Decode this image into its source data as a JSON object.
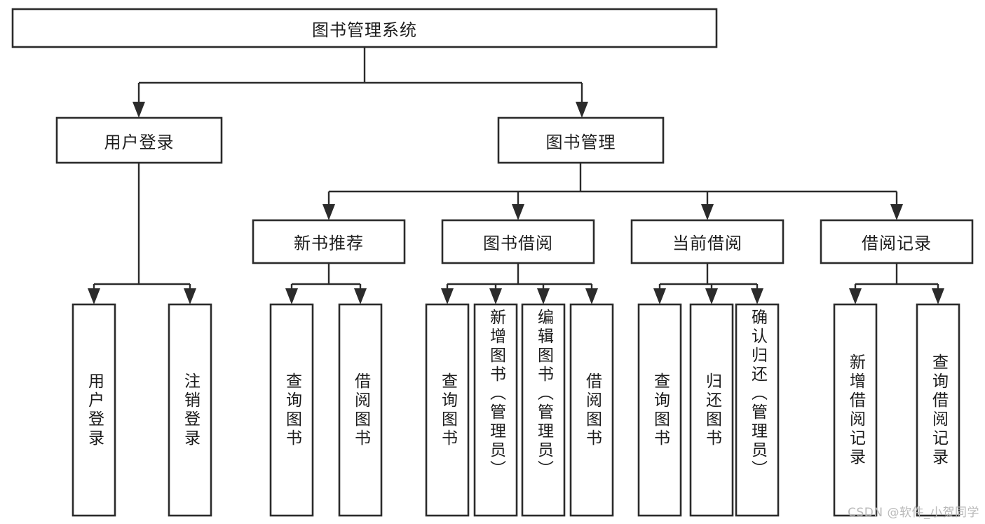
{
  "diagram": {
    "title": "图书管理系统",
    "watermark": "CSDN @软件_小贺同学",
    "type": "hierarchy-tree",
    "orientation": "top-down",
    "colors": {
      "box_stroke": "#2b2b2b",
      "box_fill": "#ffffff",
      "connector": "#2b2b2b",
      "text": "#1c1c1c",
      "background": "#ffffff",
      "watermark": "#b9b9b9"
    },
    "levels": {
      "root": "图书管理系统",
      "level2": [
        "用户登录",
        "图书管理"
      ],
      "level3": [
        "新书推荐",
        "图书借阅",
        "当前借阅",
        "借阅记录"
      ]
    },
    "nodes": {
      "root": {
        "label": "图书管理系统"
      },
      "user_login": {
        "label": "用户登录"
      },
      "book_mgmt": {
        "label": "图书管理"
      },
      "new_book_rec": {
        "label": "新书推荐"
      },
      "book_borrow": {
        "label": "图书借阅"
      },
      "current_borrow": {
        "label": "当前借阅"
      },
      "borrow_record": {
        "label": "借阅记录"
      }
    },
    "leaves": {
      "user_login": [
        {
          "label": "用户登录"
        },
        {
          "label": "注销登录"
        }
      ],
      "new_book_rec": [
        {
          "label": "查询图书"
        },
        {
          "label": "借阅图书"
        }
      ],
      "book_borrow": [
        {
          "label": "查询图书"
        },
        {
          "label": "新增图书（管理员）"
        },
        {
          "label": "编辑图书（管理员）"
        },
        {
          "label": "借阅图书"
        }
      ],
      "current_borrow": [
        {
          "label": "查询图书"
        },
        {
          "label": "归还图书"
        },
        {
          "label": "确认归还（管理员）"
        }
      ],
      "borrow_record": [
        {
          "label": "新增借阅记录"
        },
        {
          "label": "查询借阅记录"
        }
      ]
    }
  }
}
